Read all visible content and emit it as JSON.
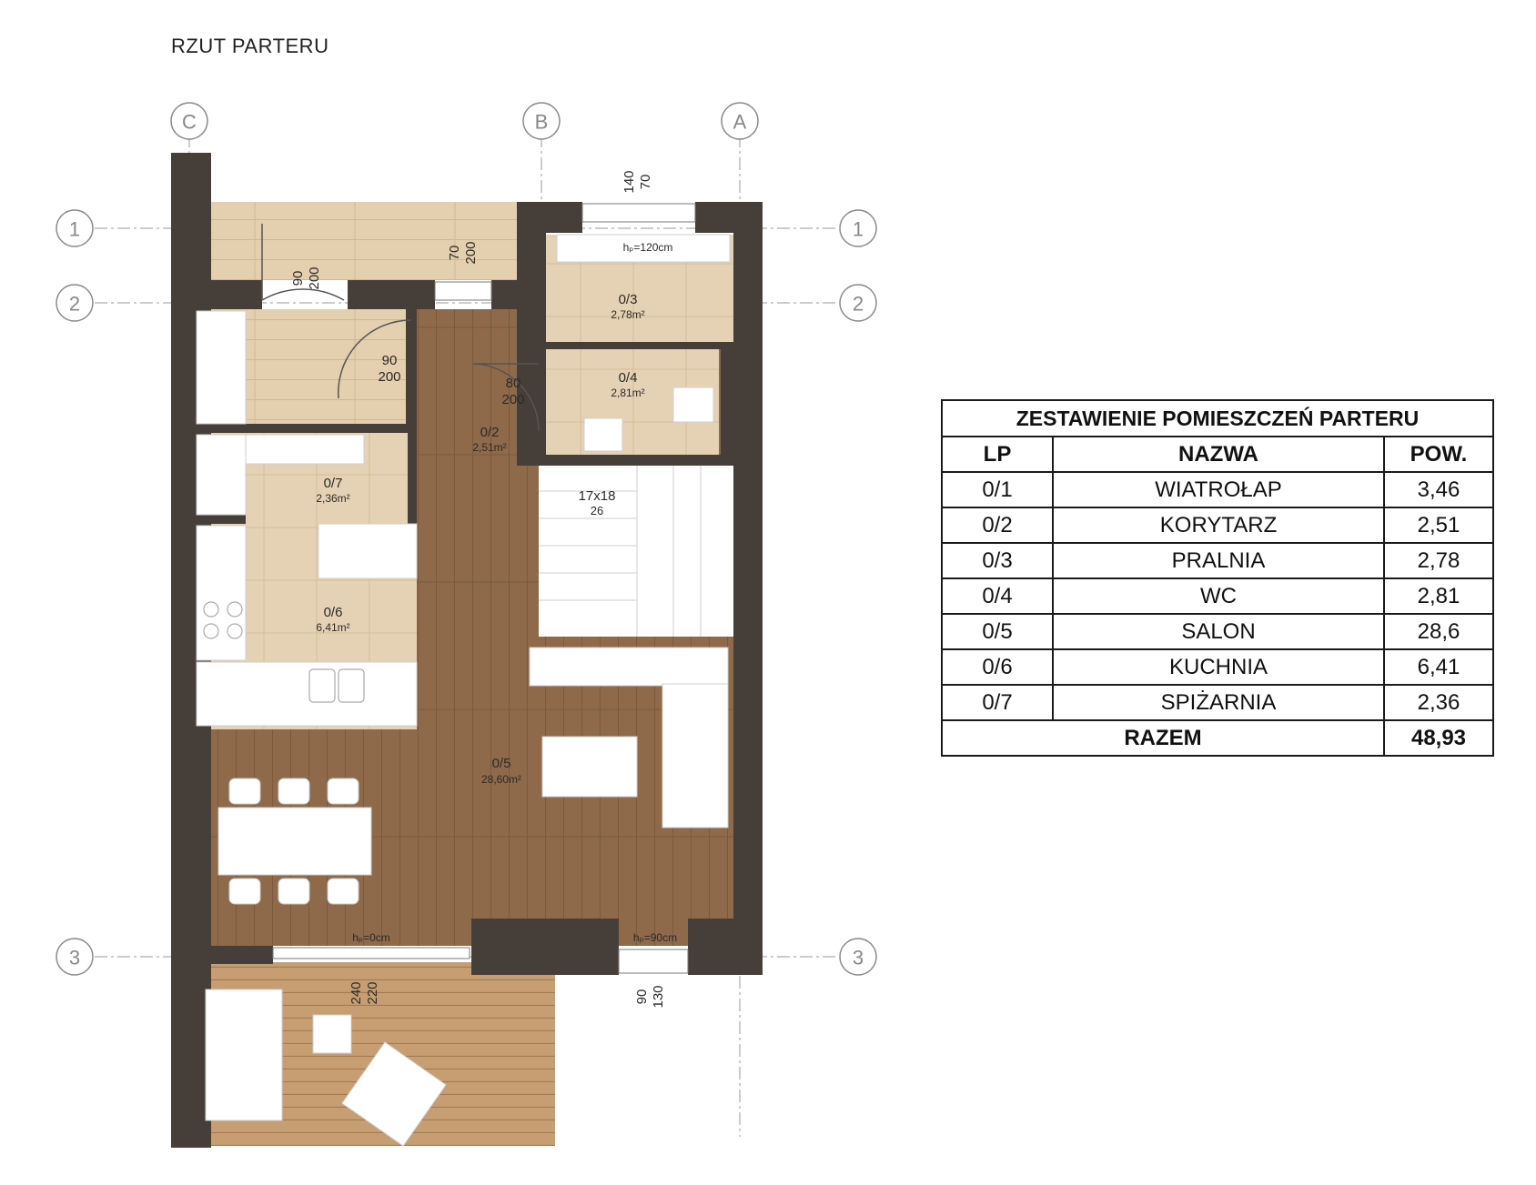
{
  "title": "RZUT PARTERU",
  "axes": {
    "columns": [
      "C",
      "B",
      "A"
    ],
    "rows_left": [
      "1",
      "2",
      "3"
    ],
    "rows_right": [
      "1",
      "2",
      "3"
    ]
  },
  "rooms": [
    {
      "id": "0/2",
      "area": "2,51m²"
    },
    {
      "id": "0/3",
      "area": "2,78m²"
    },
    {
      "id": "0/4",
      "area": "2,81m²"
    },
    {
      "id": "0/5",
      "area": "28,60m²"
    },
    {
      "id": "0/6",
      "area": "6,41m²"
    },
    {
      "id": "0/7",
      "area": "2,36m²"
    }
  ],
  "doors": [
    {
      "w": "90",
      "h": "200"
    },
    {
      "w": "70",
      "h": "200"
    },
    {
      "w": "90",
      "h": "200"
    },
    {
      "w": "80",
      "h": "200"
    }
  ],
  "windows": [
    {
      "a": "140",
      "b": "70"
    },
    {
      "a": "240",
      "b": "220"
    },
    {
      "a": "90",
      "b": "130"
    }
  ],
  "sill_heights": [
    "hₚ=120cm",
    "hₚ=0cm",
    "hₚ=90cm"
  ],
  "stairs": {
    "size": "17x18",
    "count": "26"
  },
  "table": {
    "title": "ZESTAWIENIE POMIESZCZEŃ PARTERU",
    "headers": {
      "lp": "LP",
      "name": "NAZWA",
      "area": "POW."
    },
    "rows": [
      {
        "lp": "0/1",
        "name": "WIATROŁAP",
        "area": "3,46"
      },
      {
        "lp": "0/2",
        "name": "KORYTARZ",
        "area": "2,51"
      },
      {
        "lp": "0/3",
        "name": "PRALNIA",
        "area": "2,78"
      },
      {
        "lp": "0/4",
        "name": "WC",
        "area": "2,81"
      },
      {
        "lp": "0/5",
        "name": "SALON",
        "area": "28,6"
      },
      {
        "lp": "0/6",
        "name": "KUCHNIA",
        "area": "6,41"
      },
      {
        "lp": "0/7",
        "name": "SPIŻARNIA",
        "area": "2,36"
      }
    ],
    "total_label": "RAZEM",
    "total_value": "48,93"
  },
  "colors": {
    "wall": "#463f39",
    "wood_light": "#e4cfae",
    "wood_dark": "#8e6a4a",
    "tile": "#e5d2b4",
    "deck": "#c69e72"
  }
}
